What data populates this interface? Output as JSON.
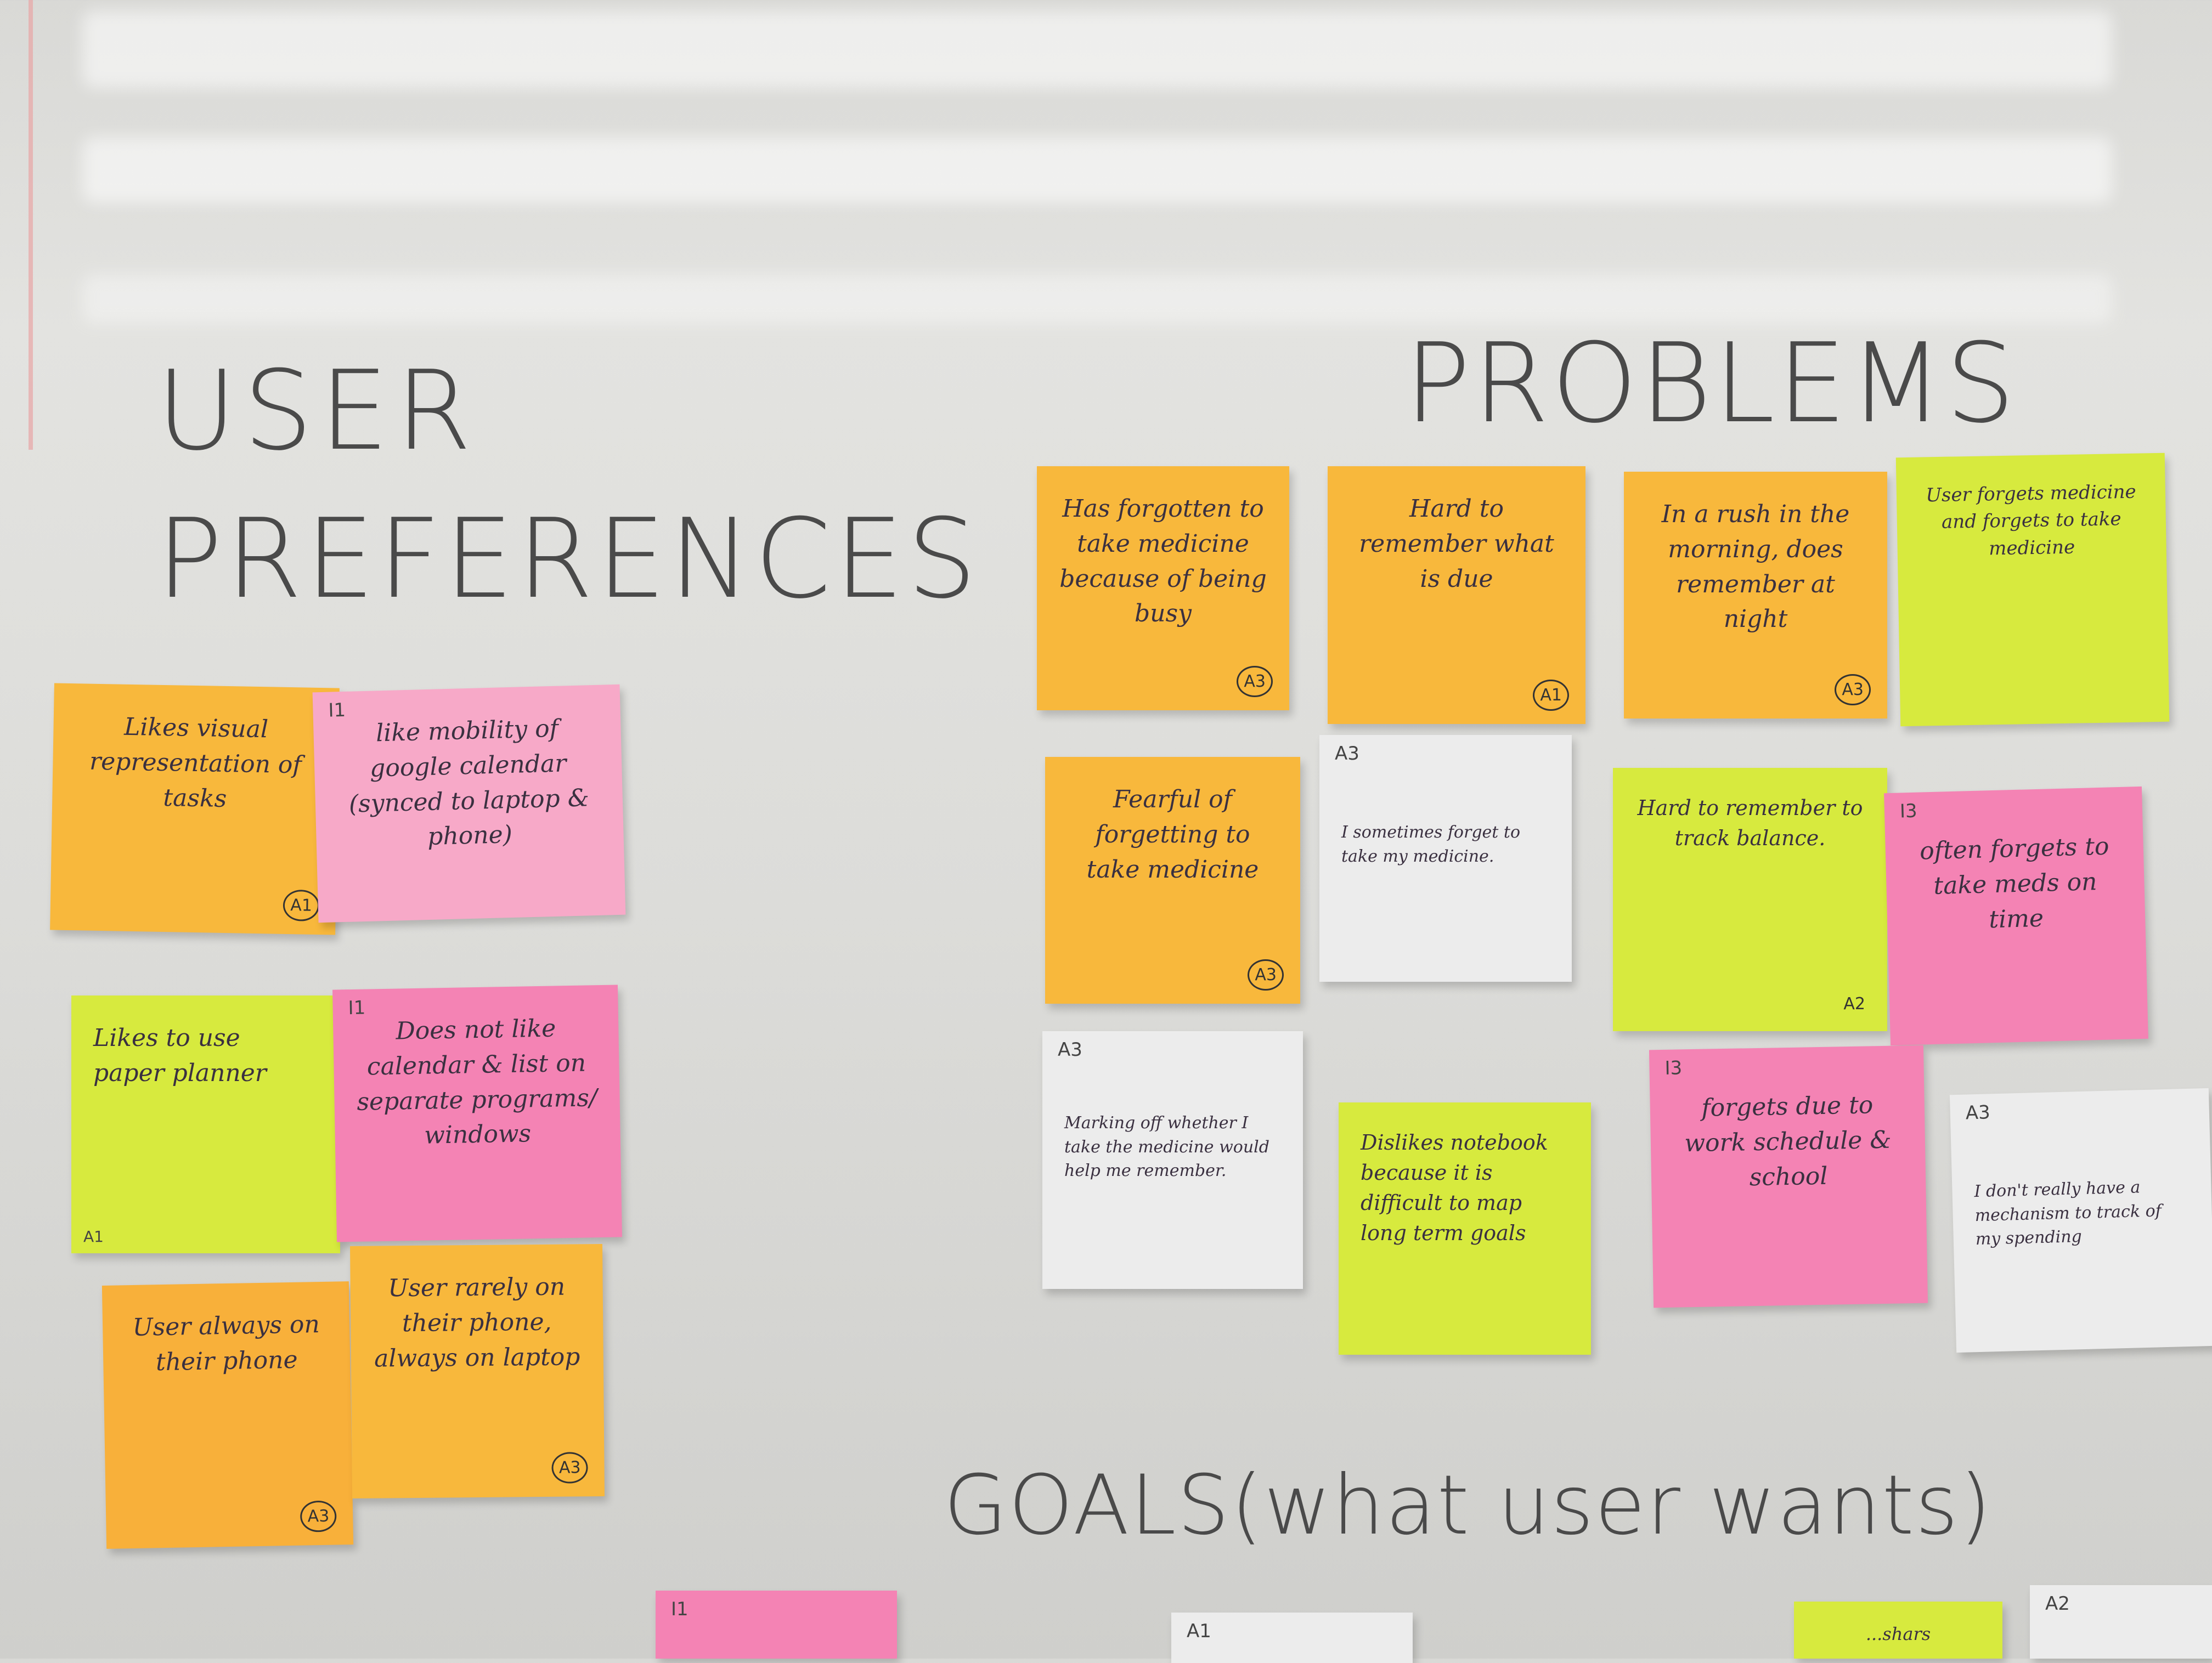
{
  "board": {
    "headings": {
      "user_preferences_line1": "USER",
      "user_preferences_line2": "PREFERENCES",
      "problems": "PROBLEMS",
      "goals": "GOALS(what user wants)"
    },
    "colors": {
      "orange": "#f8b83c",
      "pink": "#f7a9c8",
      "hot_pink": "#f483b4",
      "lime": "#d7ea3e",
      "white": "#ececec"
    }
  },
  "preferences": [
    {
      "text": "Likes visual representation of tasks",
      "code": "A1"
    },
    {
      "text": "like mobility of google calendar (synced to laptop & phone)",
      "top_code": "I1"
    },
    {
      "text": "Likes to use paper planner",
      "side_code": "A1"
    },
    {
      "text": "Does not like calendar & list on separate programs/ windows",
      "top_code": "I1"
    },
    {
      "text": "User always on their phone",
      "code": "A3"
    },
    {
      "text": "User rarely on their phone, always on laptop",
      "code": "A3"
    }
  ],
  "problems": [
    {
      "text": "Has forgotten to take medicine because of being busy",
      "code": "A3"
    },
    {
      "text": "Hard to remember what is due",
      "code": "A1"
    },
    {
      "text": "In a rush in the morning, does remember at night",
      "code": "A3"
    },
    {
      "text": "User forgets medicine and forgets to take medicine"
    },
    {
      "text": "Fearful of forgetting to take medicine",
      "code": "A3"
    },
    {
      "text": "I sometimes forget to take my medicine.",
      "top_code": "A3"
    },
    {
      "text": "Hard to remember to track balance.",
      "code": "A2"
    },
    {
      "text": "often forgets to take meds on time",
      "top_code": "I3"
    },
    {
      "text": "Marking off whether I take the medicine would help me remember.",
      "top_code": "A3"
    },
    {
      "text": "Dislikes notebook because it is difficult to map long term goals"
    },
    {
      "text": "forgets due to work schedule & school",
      "top_code": "I3"
    },
    {
      "text": "I don't really have a mechanism to track of my spending",
      "top_code": "A3"
    }
  ],
  "goals": [
    {
      "top_code": "I1"
    },
    {
      "top_code": "A1"
    },
    {
      "text": "...shars"
    },
    {
      "top_code": "A2"
    }
  ]
}
